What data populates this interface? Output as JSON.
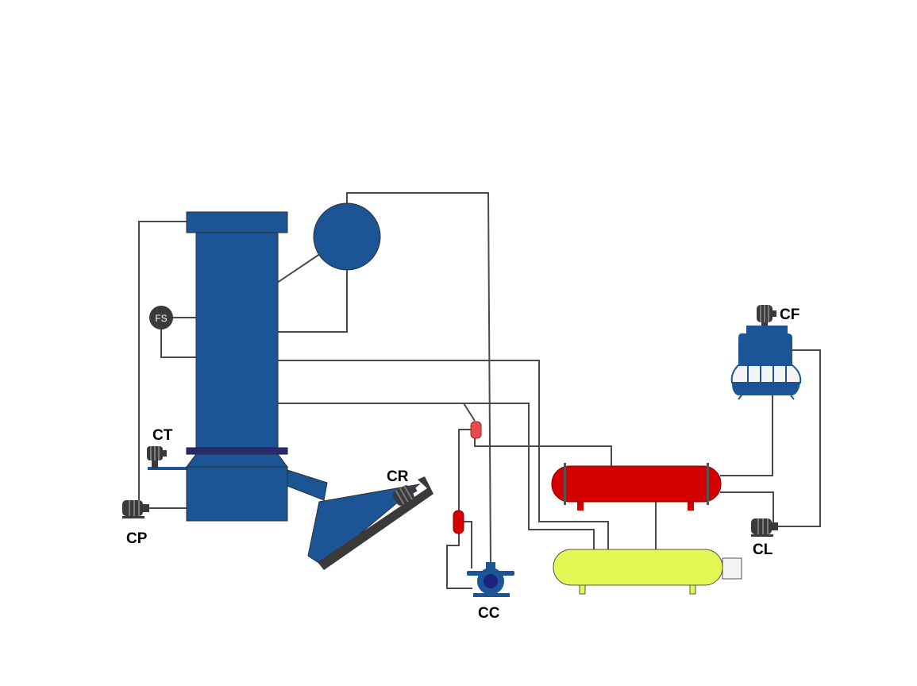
{
  "labels": {
    "fs": "FS",
    "ct": "CT",
    "cp": "CP",
    "cr": "CR",
    "cc": "CC",
    "cf": "CF",
    "cl": "CL"
  },
  "colors": {
    "equipment_blue": "#1c5596",
    "separator_red": "#d40000",
    "tank_yellow": "#e3f755",
    "small_vessel_red": "#e8494a",
    "pipe": "#4a4a4a",
    "motor": "#3a3a3a"
  },
  "icons": {
    "motor": "motor-icon",
    "pump": "pump-icon",
    "flow_switch": "flow-switch-icon"
  }
}
